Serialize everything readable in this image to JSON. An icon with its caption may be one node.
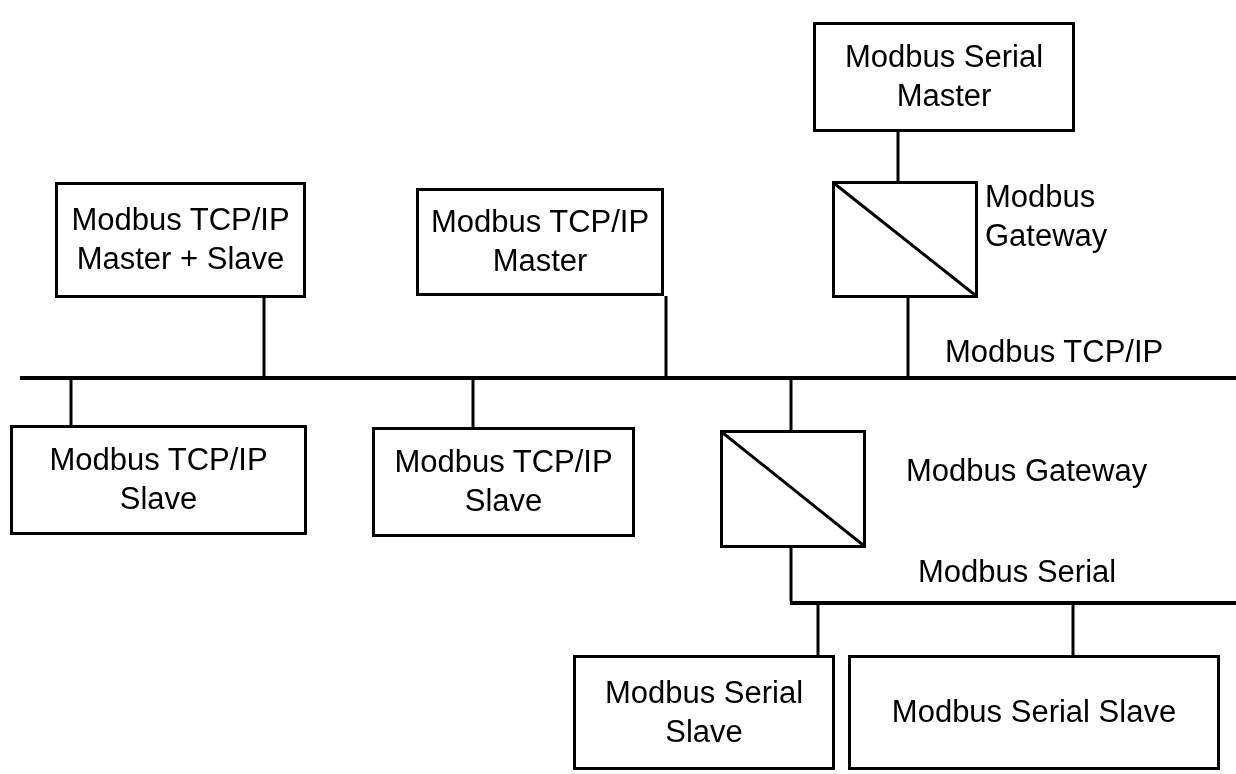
{
  "diagram": {
    "nodes": [
      {
        "text": [
          "Modbus Serial Master"
        ]
      },
      {
        "text": [],
        "shape": "box",
        "beside": [
          "Modbus Gateway"
        ]
      },
      {
        "text": [
          "Modbus TCP/IP Master + Slave"
        ]
      },
      {
        "text": [
          "Modbus TCP/IP Master"
        ]
      },
      {
        "text": [],
        "shape": "bar",
        "beside": [
          "Modbus TCP/IP"
        ]
      },
      {
        "text": [
          "Modbus TCP/IP Slave"
        ]
      },
      {
        "text": [
          "Modbus TCP/IP Slave"
        ]
      },
      {
        "text": [],
        "shape": "box",
        "beside": [
          "Modbus Gateway"
        ]
      },
      {
        "text": [],
        "shape": "bar",
        "beside": [
          "Modbus Serial"
        ]
      },
      {
        "text": [
          "Modbus Serial Slave"
        ]
      },
      {
        "text": [
          "Modbus Serial Slave"
        ]
      }
    ],
    "edges": [
      {
        "from": 0,
        "to": 1,
        "arrow": "none"
      },
      {
        "from": 1,
        "to": 4,
        "arrow": "none"
      },
      {
        "from": 2,
        "to": 4,
        "arrow": "none"
      },
      {
        "from": 3,
        "to": 4,
        "arrow": "none"
      },
      {
        "from": 4,
        "to": 5,
        "arrow": "none"
      },
      {
        "from": 4,
        "to": 6,
        "arrow": "none"
      },
      {
        "from": 4,
        "to": 7,
        "arrow": "none"
      },
      {
        "from": 7,
        "to": 8,
        "arrow": "none"
      },
      {
        "from": 8,
        "to": 9,
        "arrow": "none"
      },
      {
        "from": 8,
        "to": 10,
        "arrow": "none"
      }
    ]
  }
}
